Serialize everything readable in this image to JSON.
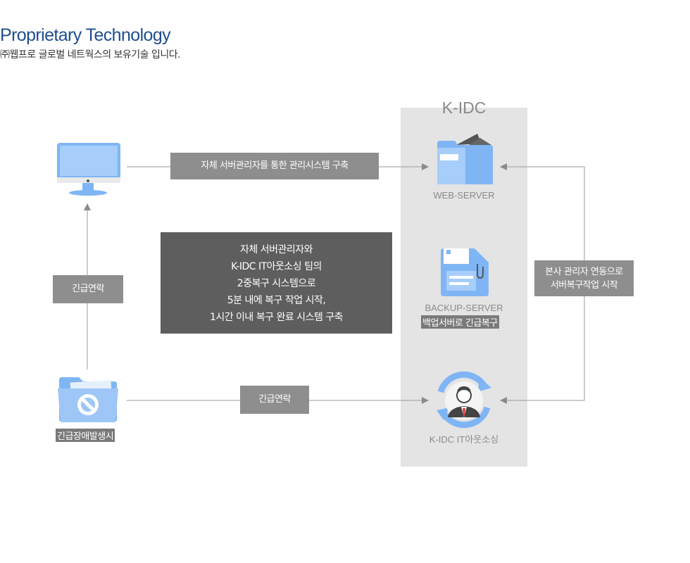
{
  "header": {
    "title": "Proprietary Technology",
    "subtitle": "㈜웹프로 글로벌 네트웍스의 보유기술 입니다."
  },
  "idc": {
    "title": "K-IDC"
  },
  "nodes": {
    "monitor": {
      "icon": "monitor-icon"
    },
    "folder": {
      "icon": "blocked-folder-icon",
      "label": "긴급장애발생시"
    },
    "web_server": {
      "icon": "web-server-folder-icon",
      "label": "WEB-SERVER"
    },
    "backup_server": {
      "icon": "floppy-disk-icon",
      "label": "BACKUP-SERVER",
      "tag": "백업서버로 긴급복구"
    },
    "outsourcing": {
      "icon": "engineer-sync-icon",
      "label": "K-IDC IT아웃소싱"
    }
  },
  "edge_labels": {
    "top": "자체 서버관리자를 통한 관리시스템 구축",
    "left": "긴급연락",
    "bottom": "긴급연락",
    "right": [
      "본사 관리자 연동으로",
      "서버복구작업 시작"
    ]
  },
  "center_box": {
    "lines": [
      "자체 서버관리자와",
      "K-IDC IT아웃소싱 팀의",
      "2중복구 시스템으로",
      "5분 내에 복구 작업 시작,",
      "1시간 이내 복구 완료 시스템 구축"
    ]
  },
  "colors": {
    "title": "#1f4e8c",
    "label_bg": "#8e8e8e",
    "dark_box": "#5e5e5e",
    "idc_bg": "#e4e4e4",
    "icon_blue": "#7fb5f5",
    "icon_light": "#b3d3fb"
  }
}
